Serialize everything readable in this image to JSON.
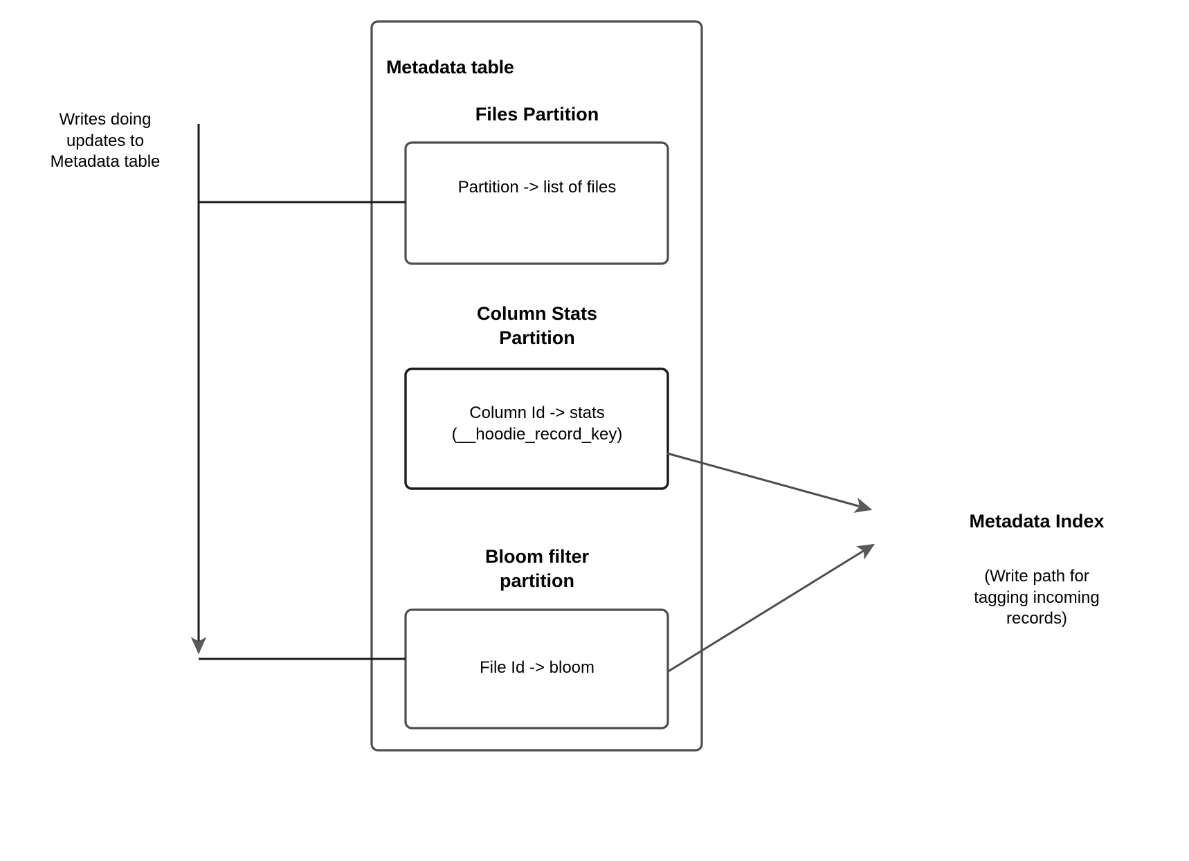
{
  "diagram": {
    "title_outer": "Metadata table",
    "left_note": "Writes doing\nupdates to\nMetadata table",
    "partitions": [
      {
        "heading": "Files Partition",
        "box_text": "Partition -> list of files"
      },
      {
        "heading": "Column Stats\nPartition",
        "box_text": "Column Id  -> stats\n(__hoodie_record_key)"
      },
      {
        "heading": "Bloom filter\npartition",
        "box_text": "File Id -> bloom"
      }
    ],
    "right_label": {
      "title": "Metadata Index",
      "caption": "(Write path for\ntagging incoming\nrecords)"
    },
    "colors": {
      "stroke": "#4d4d4d",
      "stroke_dark": "#1a1a1a",
      "arrow_fill": "#595959",
      "text": "#000000",
      "background": "#ffffff"
    }
  }
}
